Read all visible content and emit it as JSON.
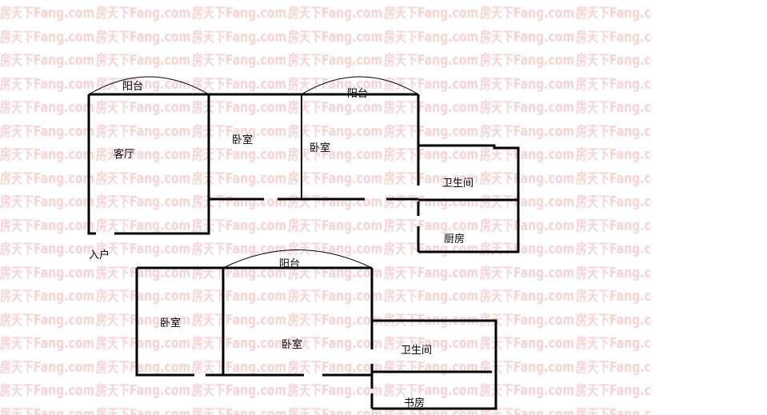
{
  "watermark": "房天下Fang.com",
  "plan_top": {
    "balcony_left": "阳台",
    "balcony_right": "阳台",
    "living_room": "客厅",
    "bedroom_1": "卧室",
    "bedroom_2": "卧室",
    "bathroom": "卫生间",
    "kitchen": "厨房",
    "entrance": "入户"
  },
  "plan_bottom": {
    "balcony": "阳台",
    "bedroom_1": "卧室",
    "bedroom_2": "卧室",
    "bathroom": "卫生间",
    "study": "书房"
  }
}
